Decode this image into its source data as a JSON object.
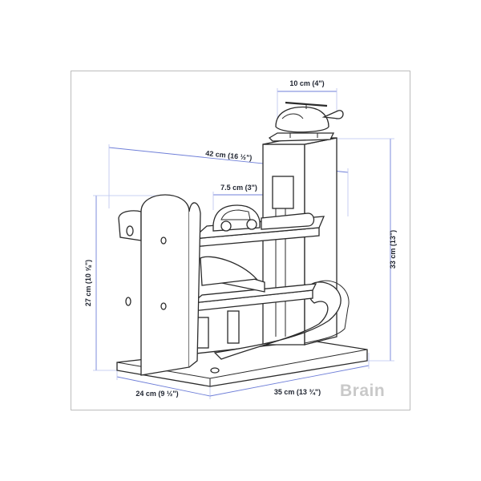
{
  "dimensions": {
    "top_width": "10 cm (4\")",
    "overall_width": "42 cm (16 ½\")",
    "car_slot": "7.5 cm (3\")",
    "total_height": "33 cm (13\")",
    "side_height": "27 cm (10 ⅝\")",
    "base_depth": "24 cm (9 ½\")",
    "base_width": "35 cm (13 ¾\")"
  },
  "watermark": "Brain",
  "colors": {
    "dimension_line": "#6f7fd8",
    "drawing_line": "#2a2a2a",
    "frame": "#bcbcbc"
  }
}
